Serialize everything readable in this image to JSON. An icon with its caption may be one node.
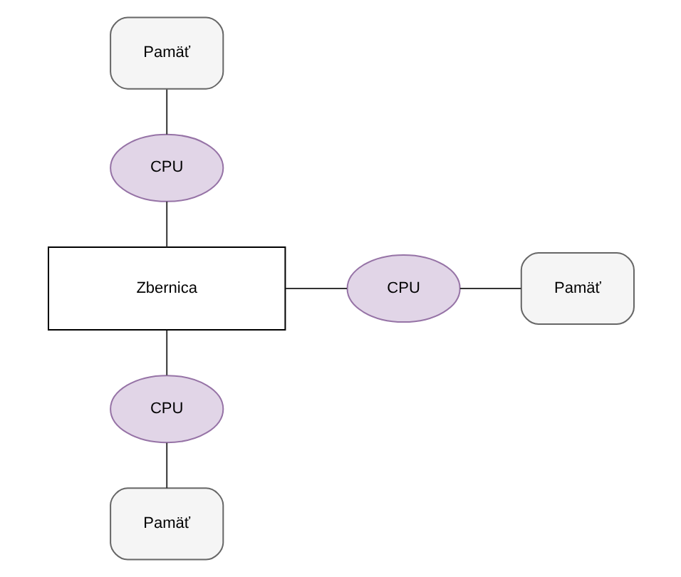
{
  "diagram": {
    "nodes": [
      {
        "text": [
          "Pamäť"
        ]
      },
      {
        "text": [
          "CPU"
        ]
      },
      {
        "text": [
          "Zbernica"
        ]
      },
      {
        "text": [
          "CPU"
        ]
      },
      {
        "text": [
          "Pamäť"
        ]
      },
      {
        "text": [
          "CPU"
        ]
      },
      {
        "text": [
          "Pamäť"
        ]
      }
    ],
    "edges": [
      {
        "from": 0,
        "to": 1,
        "arrow": "none"
      },
      {
        "from": 1,
        "to": 2,
        "arrow": "none"
      },
      {
        "from": 2,
        "to": 3,
        "arrow": "none"
      },
      {
        "from": 3,
        "to": 4,
        "arrow": "none"
      },
      {
        "from": 2,
        "to": 5,
        "arrow": "none"
      },
      {
        "from": 5,
        "to": 6,
        "arrow": "none"
      }
    ]
  }
}
